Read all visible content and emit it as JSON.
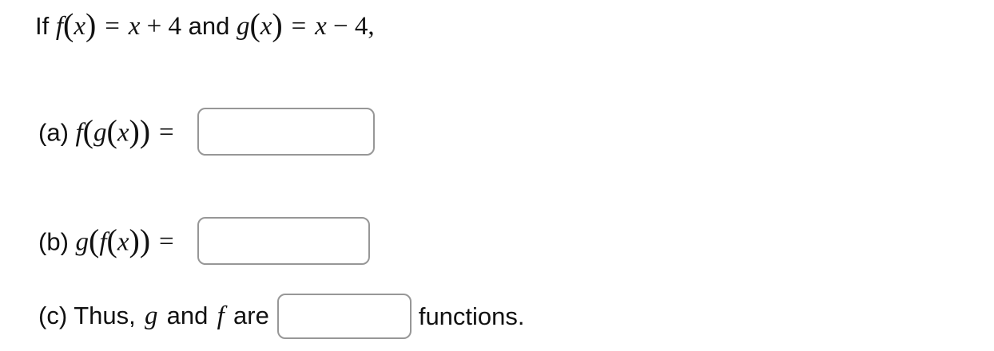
{
  "page": {
    "background": "#ffffff",
    "text_color": "#111111",
    "input_border_color": "#979797"
  },
  "problem": {
    "given": {
      "segments": [
        {
          "k": "text",
          "t": "If "
        },
        {
          "k": "mi",
          "t": "f"
        },
        {
          "k": "mo",
          "t": "("
        },
        {
          "k": "mi",
          "t": "x"
        },
        {
          "k": "mo",
          "t": ")"
        },
        {
          "k": "rel",
          "t": " = "
        },
        {
          "k": "mi",
          "t": "x"
        },
        {
          "k": "bin",
          "t": " + "
        },
        {
          "k": "mn",
          "t": "4"
        },
        {
          "k": "text",
          "t": " and "
        },
        {
          "k": "mi",
          "t": "g"
        },
        {
          "k": "mo",
          "t": "("
        },
        {
          "k": "mi",
          "t": "x"
        },
        {
          "k": "mo",
          "t": ")"
        },
        {
          "k": "rel",
          "t": " = "
        },
        {
          "k": "mi",
          "t": "x"
        },
        {
          "k": "bin",
          "t": " − "
        },
        {
          "k": "mn",
          "t": "4"
        },
        {
          "k": "pun",
          "t": ","
        }
      ]
    },
    "parts": [
      {
        "id": "a",
        "label_segments": [
          {
            "k": "text",
            "t": "(a) "
          },
          {
            "k": "mi",
            "t": "f"
          },
          {
            "k": "mo",
            "t": "("
          },
          {
            "k": "mi",
            "t": "g"
          },
          {
            "k": "mo",
            "t": "("
          },
          {
            "k": "mi",
            "t": "x"
          },
          {
            "k": "mo",
            "t": "))"
          },
          {
            "k": "rel",
            "t": " = "
          }
        ],
        "input": {
          "value": "",
          "placeholder": ""
        }
      },
      {
        "id": "b",
        "label_segments": [
          {
            "k": "text",
            "t": "(b) "
          },
          {
            "k": "mi",
            "t": "g"
          },
          {
            "k": "mo",
            "t": "("
          },
          {
            "k": "mi",
            "t": "f"
          },
          {
            "k": "mo",
            "t": "("
          },
          {
            "k": "mi",
            "t": "x"
          },
          {
            "k": "mo",
            "t": "))"
          },
          {
            "k": "rel",
            "t": " = "
          }
        ],
        "input": {
          "value": "",
          "placeholder": ""
        }
      },
      {
        "id": "c",
        "label_segments": [
          {
            "k": "text",
            "t": "(c) Thus,"
          },
          {
            "k": "mis",
            "t": "g"
          },
          {
            "k": "text",
            "t": "and"
          },
          {
            "k": "mis",
            "t": "f"
          },
          {
            "k": "text",
            "t": "are"
          }
        ],
        "input": {
          "value": "",
          "placeholder": ""
        },
        "suffix": "functions."
      }
    ]
  }
}
